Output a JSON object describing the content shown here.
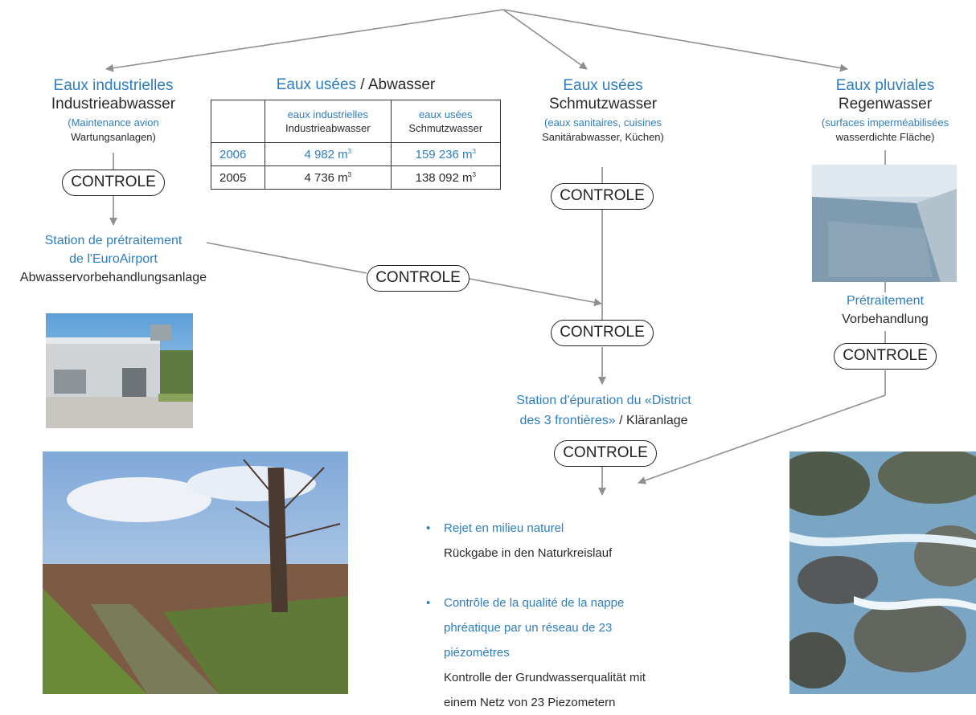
{
  "branches": {
    "industrial": {
      "fr": "Eaux industrielles",
      "de": "Industrieabwasser",
      "sub_fr": "(Maintenance avion",
      "sub_de": "Wartungsanlagen)"
    },
    "wastewater": {
      "fr": "Eaux usées",
      "de": "Schmutzwasser",
      "sub_fr": "(eaux sanitaires, cuisines",
      "sub_de": "Sanitärabwasser, Küchen)"
    },
    "rainwater": {
      "fr": "Eaux pluviales",
      "de": "Regenwasser",
      "sub_fr": "(surfaces imperméabilisées",
      "sub_de": "wasserdichte Fläche)"
    }
  },
  "table": {
    "title_fr": "Eaux usées",
    "title_sep": " / ",
    "title_de": "Abwasser",
    "col1_fr": "eaux industrielles",
    "col1_de": "Industrieabwasser",
    "col2_fr": "eaux usées",
    "col2_de": "Schmutzwasser",
    "rows": [
      {
        "year": "2006",
        "industrial": "4 982 m",
        "wastewater": "159 236 m",
        "unit_sup": "3"
      },
      {
        "year": "2005",
        "industrial": "4 736 m",
        "wastewater": "138 092 m",
        "unit_sup": "3"
      }
    ]
  },
  "control_label": "CONTROLE",
  "pretreatment_station": {
    "fr1": "Station de prétraitement",
    "fr2": "de l'EuroAirport",
    "de": "Abwasservorbehandlungsanlage"
  },
  "pretreatment_rain": {
    "fr": "Prétraitement",
    "de": "Vorbehandlung"
  },
  "treatment_plant": {
    "fr1": "Station d'épuration du «District",
    "fr2": "des 3 frontières»",
    "sep": " / ",
    "de": "Kläranlage"
  },
  "outcomes": [
    {
      "fr_lines": [
        "Rejet en milieu naturel"
      ],
      "de_lines": [
        "Rückgabe in den Naturkreislauf"
      ]
    },
    {
      "fr_lines": [
        "Contrôle de la qualité de la nappe",
        "phréatique par un réseau de 23",
        "piézomètres"
      ],
      "de_lines": [
        "Kontrolle der Grundwasserqualität mit",
        "einem Netz von 23 Piezometern"
      ]
    }
  ],
  "bullet_char": "•",
  "colors": {
    "accent_blue": "#2e7dbf",
    "arrow_gray": "#8f8f8f",
    "text": "#2a2a2a"
  }
}
